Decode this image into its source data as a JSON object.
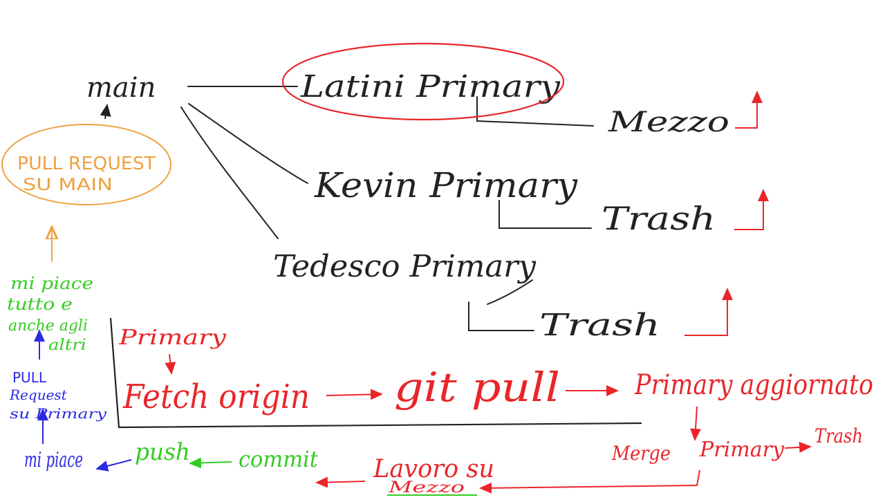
{
  "colors": {
    "ink": "#222222",
    "red": "#e8262a",
    "orange": "#f0a040",
    "green": "#33cc22",
    "blue": "#2a2ae0"
  },
  "branches": {
    "main": "main",
    "latini": "Latini Primary",
    "mezzo": "Mezzo",
    "kevin": "Kevin Primary",
    "kevin_trash": "Trash",
    "tedesco": "Tedesco Primary",
    "tedesco_trash": "Trash"
  },
  "pull_request_main": {
    "line1": "PULL REQUEST",
    "line2": "SU MAIN"
  },
  "workflow": {
    "primary_label": "Primary",
    "fetch": "Fetch origin",
    "git_pull": "git pull",
    "primary_updated": "Primary aggiornato",
    "merge": "Merge",
    "merge_primary": "Primary",
    "merge_trash": "Trash",
    "work_on": "Lavoro su",
    "work_on_branch": "Mezzo",
    "commit": "commit",
    "push": "push",
    "mi_piace": "mi piace",
    "pull_request_primary": [
      "PULL",
      "Request",
      "su Primary"
    ],
    "mi_piace_tutto": [
      "mi piace",
      "tutto e",
      "anche agli",
      "altri"
    ]
  }
}
